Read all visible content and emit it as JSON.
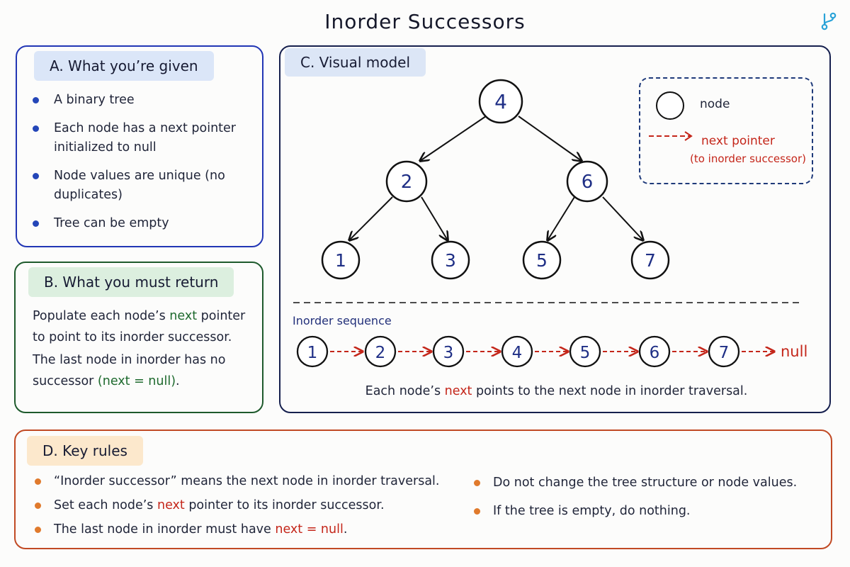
{
  "title": "Inorder Successors",
  "panel_a": {
    "heading": "A. What you’re given",
    "items": [
      "A binary tree",
      "Each node has a next pointer initialized to null",
      "Node values are unique (no duplicates)",
      "Tree can be empty"
    ]
  },
  "panel_b": {
    "heading": "B. What you must return",
    "line1_pre": "Populate each node’s ",
    "line1_highlight": "next",
    "line1_post": " pointer to point to its inorder successor.",
    "line2_pre": "The last node in inorder has no successor ",
    "line2_highlight": "(next = null)",
    "line2_post": "."
  },
  "panel_c": {
    "heading": "C. Visual model",
    "tree": {
      "root": "4",
      "level2": [
        "2",
        "6"
      ],
      "leaves": [
        "1",
        "3",
        "5",
        "7"
      ]
    },
    "legend": {
      "node_label": "node",
      "next_label": "next pointer",
      "next_sublabel": "(to inorder successor)"
    },
    "sequence_label": "Inorder sequence",
    "sequence": [
      "1",
      "2",
      "3",
      "4",
      "5",
      "6",
      "7"
    ],
    "sequence_end": "null",
    "caption_pre": "Each node’s ",
    "caption_highlight": "next",
    "caption_post": " points to the next node in inorder traversal."
  },
  "panel_d": {
    "heading": "D. Key rules",
    "left": [
      {
        "pre": "“Inorder successor” means the next node in inorder traversal.",
        "hl": "",
        "post": ""
      },
      {
        "pre": "Set each node’s ",
        "hl": "next",
        "post": " pointer to its inorder successor."
      },
      {
        "pre": "The last node in inorder must have ",
        "hl": "next = null",
        "post": "."
      }
    ],
    "right": [
      "Do not change the tree structure or node values.",
      "If the tree is empty, do nothing."
    ]
  },
  "colors": {
    "panel_a_border": "#2236b5",
    "panel_b_border": "#1e5a2c",
    "panel_c_border": "#16204e",
    "panel_d_border": "#c14a24",
    "next_pointer": "#c4261a",
    "highlight_green": "#1e6a2e",
    "bullet_blue": "#2446b8",
    "bullet_orange": "#e07a2c"
  },
  "icons": {
    "top_right": "git-branch-icon"
  }
}
